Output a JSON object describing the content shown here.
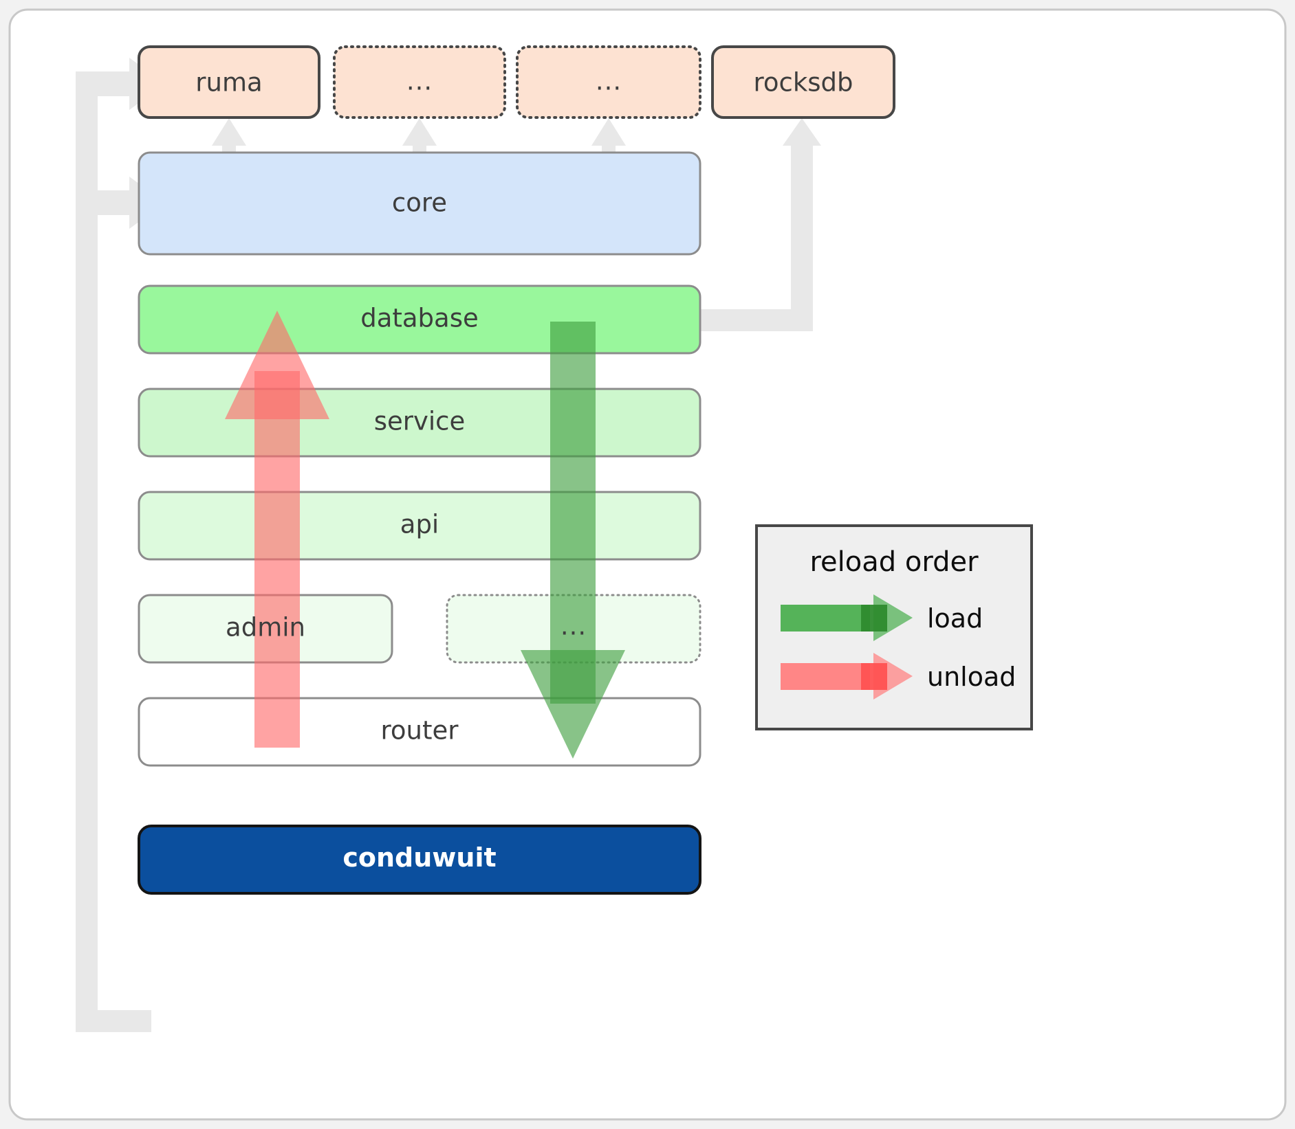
{
  "diagram": {
    "title_present": false,
    "background_color": "#f2f2f2",
    "card_color": "#ffffff",
    "card_border_color": "#c8c8c8"
  },
  "layers": {
    "externals": [
      {
        "id": "ruma",
        "label": "ruma",
        "fill": "#fde2d2",
        "stroke": "#474747",
        "border_style": "solid"
      },
      {
        "id": "ext2",
        "label": "...",
        "fill": "#fde2d2",
        "stroke": "#474747",
        "border_style": "dotted"
      },
      {
        "id": "ext3",
        "label": "...",
        "fill": "#fde2d2",
        "stroke": "#474747",
        "border_style": "dotted"
      },
      {
        "id": "rocksdb",
        "label": "rocksdb",
        "fill": "#fde2d2",
        "stroke": "#474747",
        "border_style": "solid"
      }
    ],
    "stack": [
      {
        "id": "core",
        "label": "core",
        "fill": "#d4e5fa",
        "stroke": "#8c8c8c",
        "border_style": "solid"
      },
      {
        "id": "database",
        "label": "database",
        "fill": "#99f79c",
        "stroke": "#8c8c8c",
        "border_style": "solid"
      },
      {
        "id": "service",
        "label": "service",
        "fill": "#cdf7cd",
        "stroke": "#8c8c8c",
        "border_style": "solid"
      },
      {
        "id": "api",
        "label": "api",
        "fill": "#ddfadd",
        "stroke": "#8c8c8c",
        "border_style": "solid"
      },
      {
        "id": "admin",
        "label": "admin",
        "fill": "#eefcee",
        "stroke": "#8c8c8c",
        "border_style": "solid"
      },
      {
        "id": "extra",
        "label": "...",
        "fill": "#eefcee",
        "stroke": "#8c8c8c",
        "border_style": "dotted"
      },
      {
        "id": "router",
        "label": "router",
        "fill": "#ffffff",
        "stroke": "#8c8c8c",
        "border_style": "solid"
      }
    ],
    "root": {
      "id": "conduwuit",
      "label": "conduwuit",
      "fill": "#0b4f9e",
      "stroke": "#141414",
      "text_color": "#ffffff"
    }
  },
  "connectors": {
    "color": "#e8e8e8",
    "notes": [
      "conduwuit -> ruma",
      "conduwuit -> core",
      "core -> ruma",
      "core -> ...",
      "core -> ...",
      "database -> rocksdb"
    ]
  },
  "flows": {
    "unload": {
      "label": "unload",
      "color": "#ff6b6b",
      "direction": "up",
      "from": "router",
      "to": "database"
    },
    "load": {
      "label": "load",
      "color": "#4caf50",
      "direction": "down",
      "from": "database",
      "to": "router"
    }
  },
  "legend": {
    "title": "reload order",
    "background": "#efefef",
    "border": "#474747",
    "items": [
      {
        "label": "load",
        "color": "#4caf50"
      },
      {
        "label": "unload",
        "color": "#ff6b6b"
      }
    ]
  }
}
